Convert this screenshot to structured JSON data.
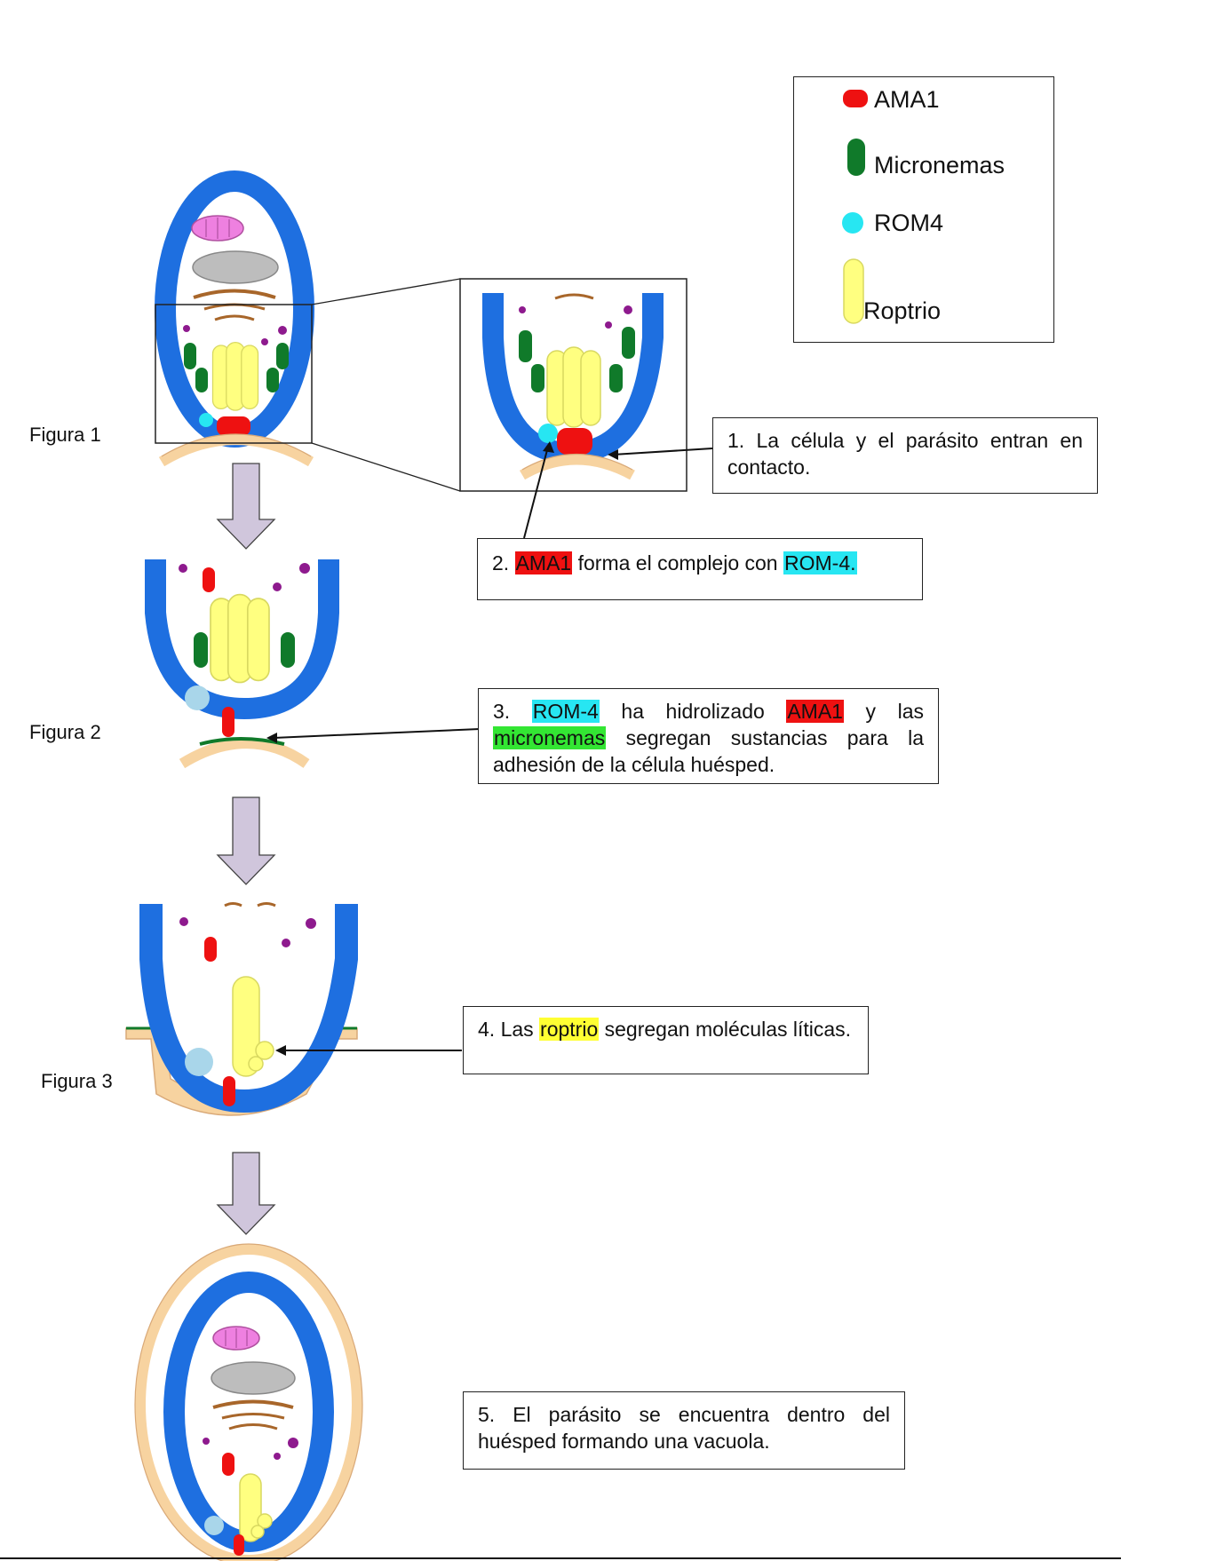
{
  "colors": {
    "membrane": "#1e6fe0",
    "ama1": "#ee1111",
    "micronemas": "#107a2a",
    "rom4": "#27e6f2",
    "rom4_light": "#a9d6ea",
    "roptrio": "#ffff80",
    "host": "#f7d3a0",
    "host_edge": "#d9a978",
    "mito": "#ee80e0",
    "nucleus": "#bdbdbd",
    "golgi": "#a8662a",
    "dense_granule": "#8e1a8e",
    "arrow_fill": "#d0c6dc"
  },
  "legend": {
    "items": [
      {
        "label": "AMA1",
        "icon": "ama1-icon"
      },
      {
        "label": "Micronemas",
        "icon": "micronema-icon"
      },
      {
        "label": "ROM4",
        "icon": "rom4-icon"
      },
      {
        "label": "Roptrio",
        "icon": "roptrio-icon"
      }
    ]
  },
  "figures": {
    "fig1": "Figura 1",
    "fig2": "Figura 2",
    "fig3": "Figura 3"
  },
  "notes": {
    "n1": "1. La célula y el parásito entran en contacto.",
    "n2": {
      "prefix": "2. ",
      "ama1": "AMA1",
      "mid": " forma el complejo con ",
      "rom4": "ROM-4."
    },
    "n3": {
      "prefix": "3. ",
      "rom4": "ROM-4",
      "mid1": " ha hidrolizado ",
      "ama1": "AMA1",
      "mid2": " y las ",
      "micronemas": "micronemas",
      "rest": " segregan sustancias para la adhesión de la célula huésped."
    },
    "n4": {
      "prefix": "4. Las ",
      "roptrio": "roptrio",
      "rest": " segregan moléculas líticas."
    },
    "n5": "5. El parásito se encuentra dentro del huésped formando una vacuola."
  }
}
